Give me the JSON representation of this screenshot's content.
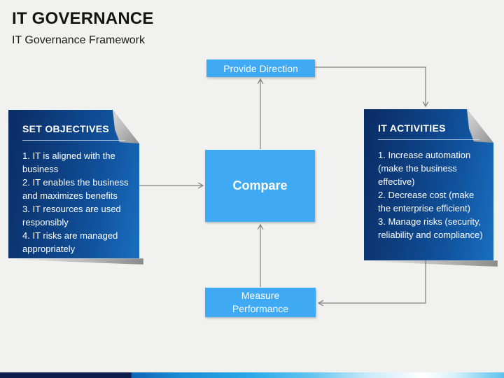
{
  "header": {
    "title": "IT GOVERNANCE",
    "subtitle": "IT Governance Framework"
  },
  "diagram": {
    "provide_direction": {
      "label": "Provide Direction"
    },
    "compare": {
      "label": "Compare"
    },
    "measure_performance": {
      "label": "Measure Performance"
    },
    "set_objectives": {
      "title": "SET OBJECTIVES",
      "items": [
        "1. IT is aligned with the business",
        "2. IT enables the business and maximizes benefits",
        "3. IT resources are used responsibly",
        "4. IT risks are managed appropriately"
      ]
    },
    "it_activities": {
      "title": "IT ACTIVITIES",
      "items": [
        "1. Increase automation (make the business effective)",
        "2. Decrease cost (make the enterprise efficient)",
        "3. Manage risks (security, reliability and compliance)"
      ]
    }
  },
  "colors": {
    "background": "#f1f1f0",
    "accent_light_blue": "#3fa9f4",
    "panel_gradient_start": "#0a2c63",
    "panel_gradient_end": "#1a6fc0",
    "connector_gray": "#7f7f7f",
    "footer_navy": "#0d1e4c",
    "footer_blue": "#2ba9e8"
  }
}
